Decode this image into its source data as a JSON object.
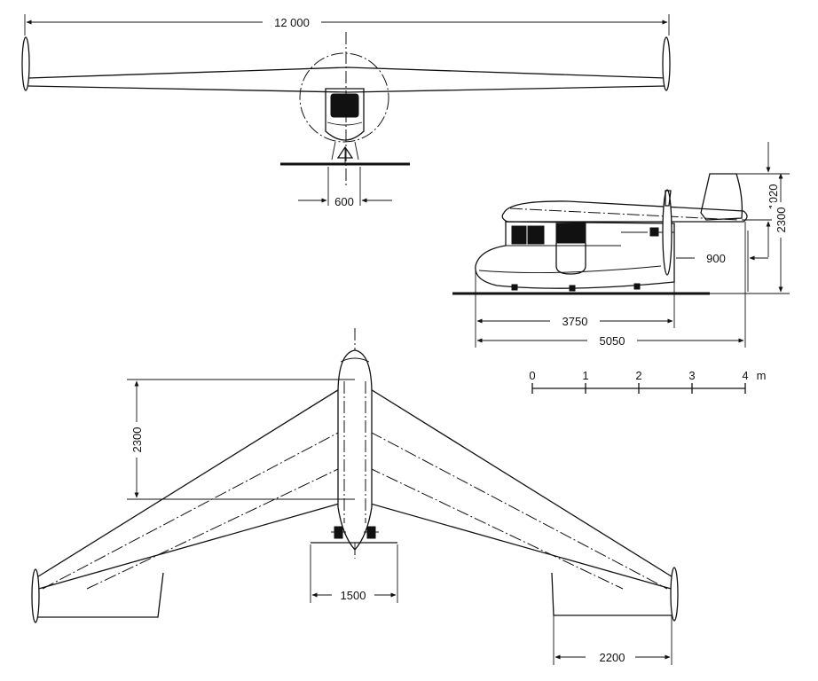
{
  "front_view": {
    "span_dim": "12 000",
    "gear_track_dim": "600"
  },
  "side_view": {
    "fin_height_dim": "1020",
    "total_height_dim": "2300",
    "prop_height_dim": "900",
    "length_to_prop_dim": "3750",
    "overall_length_dim": "5050"
  },
  "scale_bar": {
    "ticks": [
      "0",
      "1",
      "2",
      "3",
      "4"
    ],
    "unit": "m"
  },
  "plan_view": {
    "sweep_dim": "2300",
    "nacelle_width_dim": "1500",
    "tip_chord_dim": "2200"
  }
}
